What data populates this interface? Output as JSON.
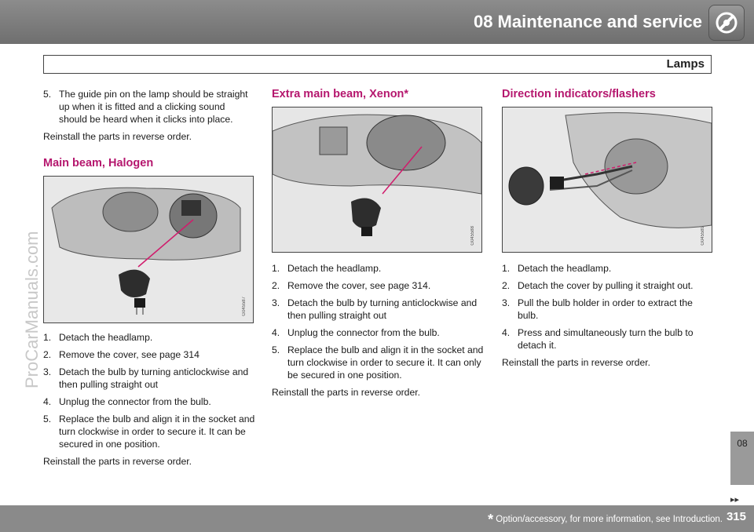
{
  "header": {
    "chapter": "08 Maintenance and service",
    "section": "Lamps",
    "icon": "wrench-gear-icon"
  },
  "col1": {
    "intro_step": {
      "num": "5.",
      "text": "The guide pin on the lamp should be straight up when it is fitted and a clicking sound should be heard when it clicks into place."
    },
    "intro_reinstall": "Reinstall the parts in reverse order.",
    "heading": "Main beam, Halogen",
    "fig_code": "G045587",
    "steps": [
      {
        "num": "1.",
        "text": "Detach the headlamp."
      },
      {
        "num": "2.",
        "text": "Remove the cover, see page 314"
      },
      {
        "num": "3.",
        "text": "Detach the bulb by turning anticlockwise and then pulling straight out"
      },
      {
        "num": "4.",
        "text": "Unplug the connector from the bulb."
      },
      {
        "num": "5.",
        "text": "Replace the bulb and align it in the socket and turn clockwise in order to secure it. It can be secured in one position."
      }
    ],
    "reinstall": "Reinstall the parts in reverse order."
  },
  "col2": {
    "heading": "Extra main beam, Xenon*",
    "fig_code": "G045588",
    "steps": [
      {
        "num": "1.",
        "text": "Detach the headlamp."
      },
      {
        "num": "2.",
        "text": "Remove the cover, see page 314."
      },
      {
        "num": "3.",
        "text": "Detach the bulb by turning anticlockwise and then pulling straight out"
      },
      {
        "num": "4.",
        "text": "Unplug the connector from the bulb."
      },
      {
        "num": "5.",
        "text": "Replace the bulb and align it in the socket and turn clockwise in order to secure it. It can only be secured in one position."
      }
    ],
    "reinstall": "Reinstall the parts in reverse order."
  },
  "col3": {
    "heading": "Direction indicators/flashers",
    "fig_code": "G045589",
    "steps": [
      {
        "num": "1.",
        "text": "Detach the headlamp."
      },
      {
        "num": "2.",
        "text": "Detach the cover by pulling it straight out."
      },
      {
        "num": "3.",
        "text": "Pull the bulb holder in order to extract the bulb."
      },
      {
        "num": "4.",
        "text": "Press and simultaneously turn the bulb to detach it."
      }
    ],
    "reinstall": "Reinstall the parts in reverse order."
  },
  "sidetab": "08",
  "nav_arrows": "▸▸",
  "footer": {
    "star": "*",
    "note": "Option/accessory, for more information, see Introduction.",
    "page": "315"
  },
  "watermark": "ProCarManuals.com",
  "colors": {
    "heading": "#b5176e",
    "bar": "#8a8a8a"
  }
}
